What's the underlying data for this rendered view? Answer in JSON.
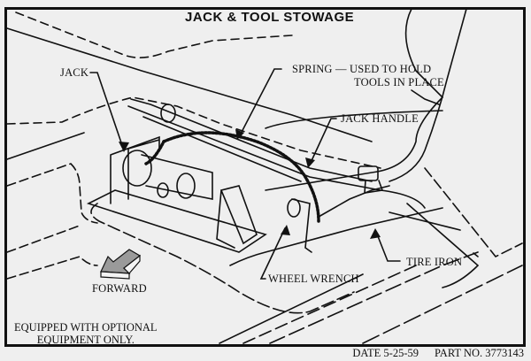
{
  "diagram": {
    "title": "JACK & TOOL STOWAGE",
    "callouts": {
      "jack": "JACK",
      "spring": "SPRING — USED TO HOLD",
      "spring_line2": "TOOLS IN PLACE",
      "jack_handle": "JACK HANDLE",
      "tire_iron": "TIRE IRON",
      "wheel_wrench": "WHEEL WRENCH",
      "forward": "FORWARD"
    },
    "icons": {
      "forward_arrow": "forward-arrow-icon"
    },
    "note": {
      "line1": "EQUIPPED WITH OPTIONAL",
      "line2": "EQUIPMENT ONLY."
    },
    "footer": {
      "date": "DATE 5-25-59",
      "part_no": "PART NO. 3773143"
    }
  }
}
